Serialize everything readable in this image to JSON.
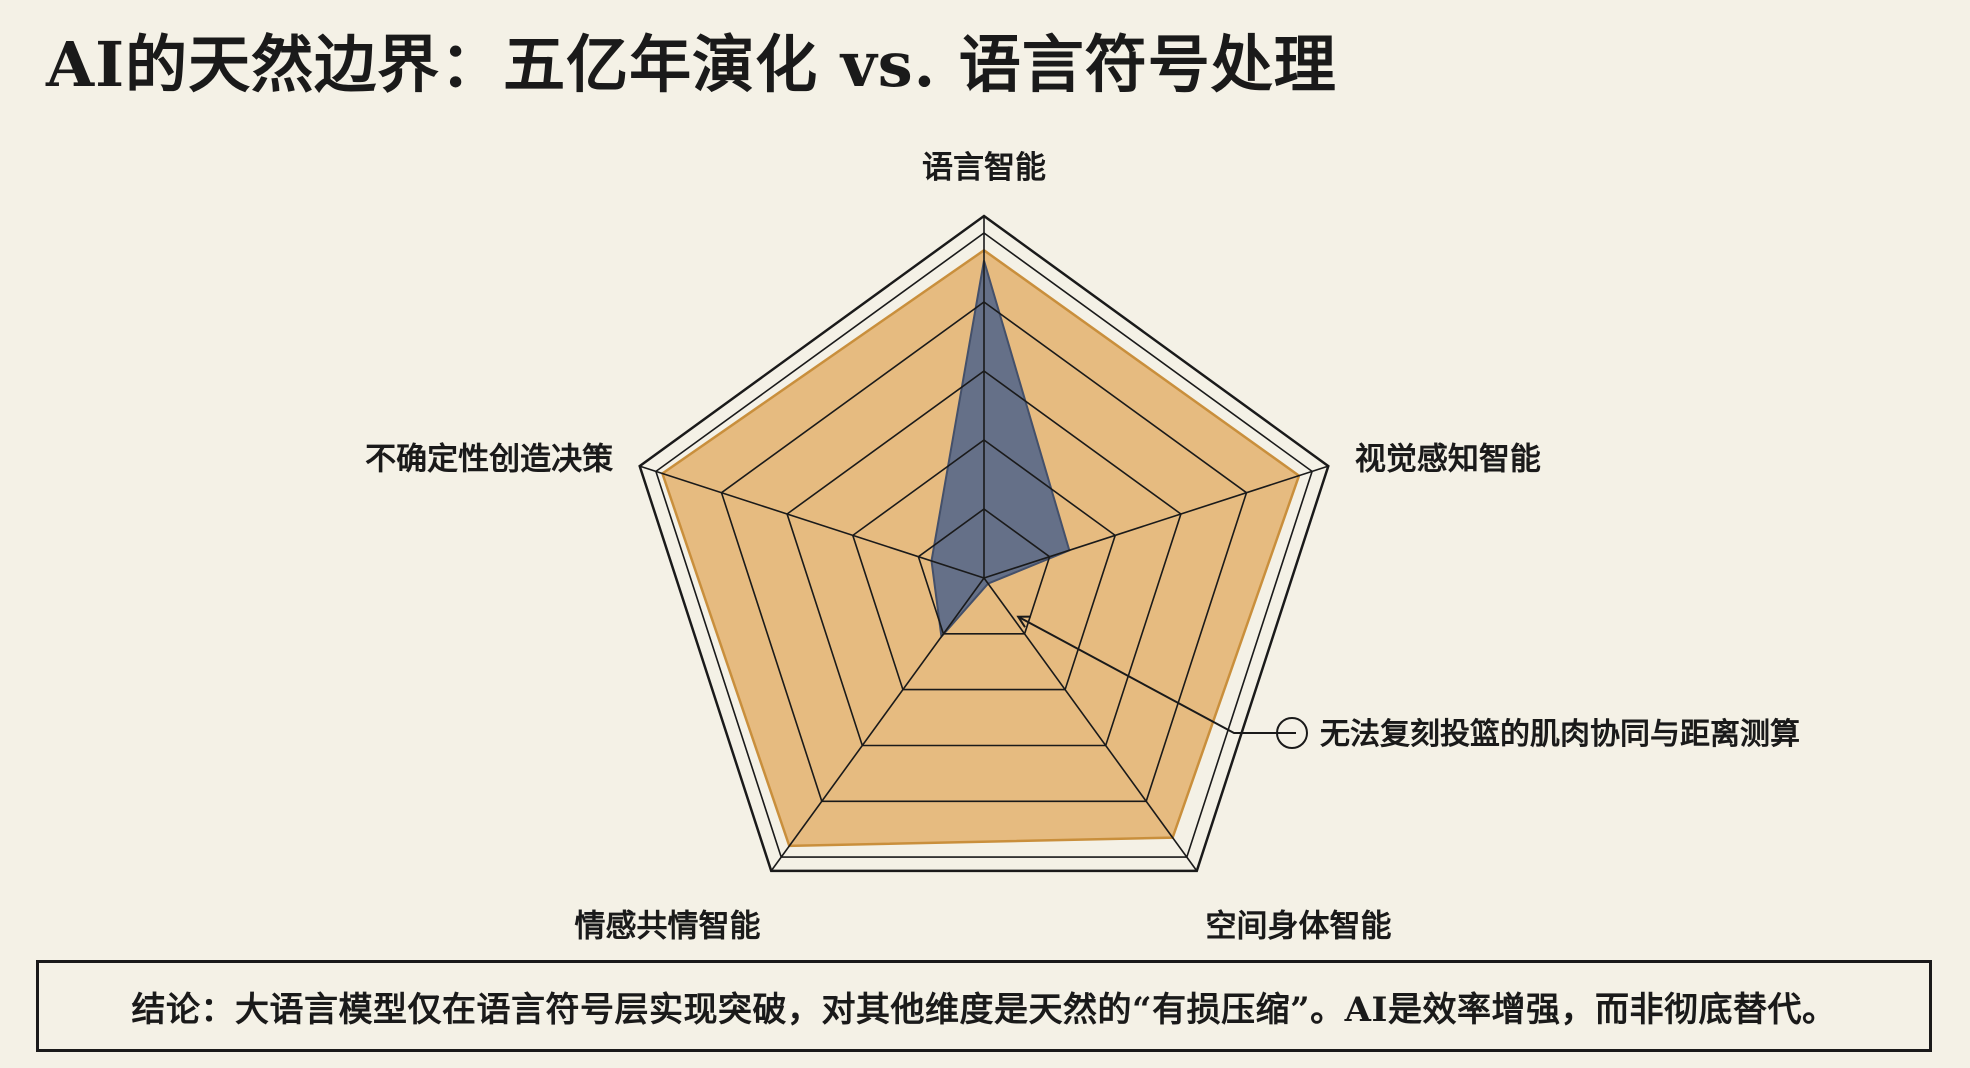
{
  "title": "AI的天然边界：五亿年演化 vs. 语言符号处理",
  "chart_data": {
    "type": "radar",
    "axes": [
      "语言智能",
      "视觉感知智能",
      "空间身体智能",
      "情感共情智能",
      "不确定性创造决策"
    ],
    "scale": [
      0,
      1
    ],
    "series": [
      {
        "values": [
          0.95,
          0.96,
          0.93,
          0.96,
          0.98
        ],
        "color": "#e2ac63"
      },
      {
        "values": [
          0.92,
          0.26,
          0.02,
          0.21,
          0.16
        ],
        "color": "#5e6c88"
      }
    ],
    "annotations": [
      {
        "text": "无法复刻投篮的肌肉协同与距离测算",
        "target": "空间身体智能"
      }
    ]
  },
  "conclusion": "结论：大语言模型仅在语言符号层实现突破，对其他维度是天然的“有损压缩”。AI是效率增强，而非彻底替代。"
}
